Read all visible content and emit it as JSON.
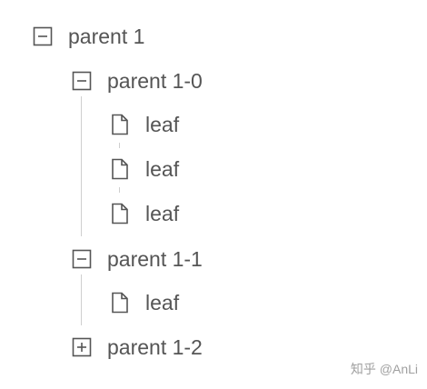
{
  "tree": {
    "root": {
      "label": "parent 1",
      "state": "expanded",
      "children": [
        {
          "label": "parent 1-0",
          "state": "expanded",
          "children": [
            {
              "label": "leaf"
            },
            {
              "label": "leaf"
            },
            {
              "label": "leaf"
            }
          ]
        },
        {
          "label": "parent 1-1",
          "state": "expanded",
          "children": [
            {
              "label": "leaf"
            }
          ]
        },
        {
          "label": "parent 1-2",
          "state": "collapsed"
        }
      ]
    }
  },
  "watermark": {
    "text": "知乎 @AnLi"
  },
  "colors": {
    "text": "#555555",
    "icon": "#555555",
    "guide_line": "#cfcfcf",
    "watermark": "#a0a0a0"
  },
  "icons": {
    "expanded": "minus-square-icon",
    "collapsed": "plus-square-icon",
    "leaf": "file-icon"
  }
}
